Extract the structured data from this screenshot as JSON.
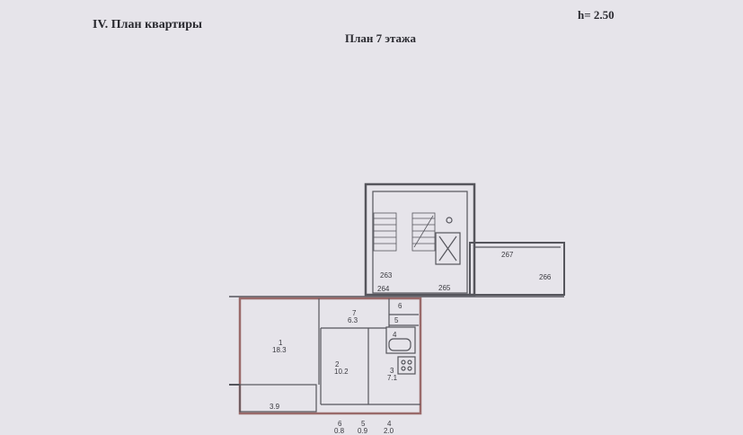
{
  "header": {
    "title": "IV. План квартиры",
    "floor": "План 7 этажа",
    "height": "h= 2.50"
  },
  "rooms": [
    {
      "num": "1",
      "area": "18.3"
    },
    {
      "num": "2",
      "area": "10.2"
    },
    {
      "num": "3",
      "area": "7.1"
    },
    {
      "num": "4",
      "area": ""
    },
    {
      "num": "5",
      "area": ""
    },
    {
      "num": "6",
      "area": ""
    },
    {
      "num": "7",
      "area": "6.3"
    }
  ],
  "balcony": "3.9",
  "bottom_labels": [
    {
      "num": "6",
      "area": "0.8"
    },
    {
      "num": "5",
      "area": "0.9"
    },
    {
      "num": "4",
      "area": "2.0"
    }
  ],
  "common_areas": [
    "263",
    "264",
    "265",
    "266",
    "267"
  ],
  "colors": {
    "paper": "#e6e4ea",
    "line": "#55555c",
    "wall_red": "#9a6a6a"
  }
}
